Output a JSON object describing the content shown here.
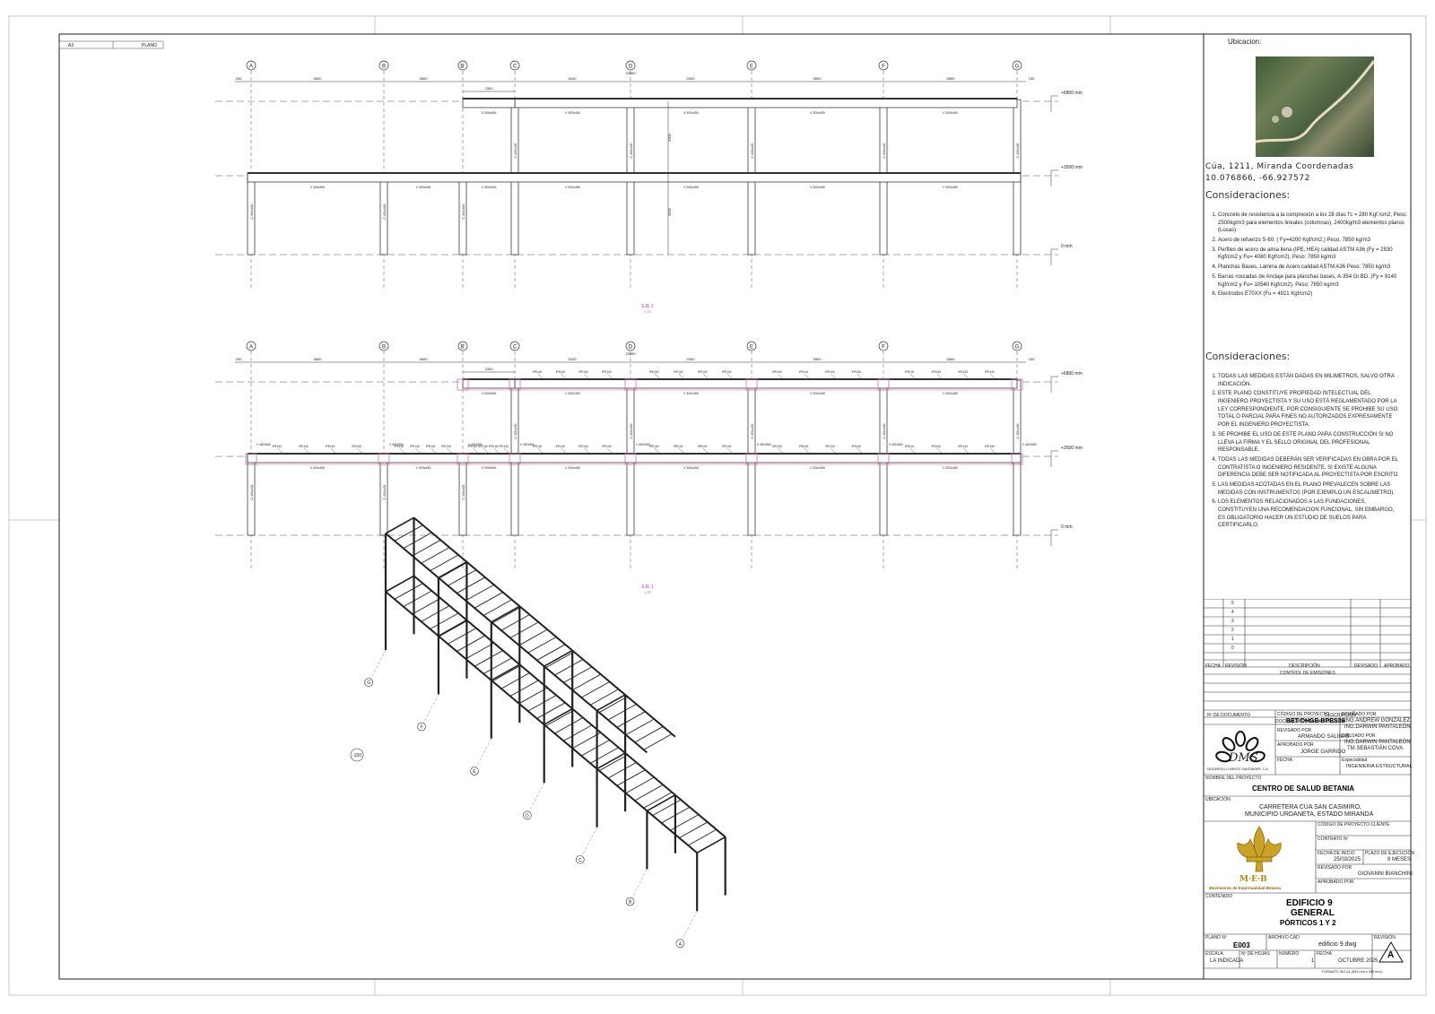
{
  "sheet": {
    "corner_left": "A3",
    "corner_right": "PLANO"
  },
  "location": {
    "label": "Ubicacion:",
    "address": "Cúa, 1211, Miranda Coordenadas",
    "coords": "10.076866, -66.927572"
  },
  "considerations_1": {
    "title": "Consideraciones:",
    "items": [
      "Concreto de resistencia a la compresión a los 28 días f'c = 280 Kgf /cm2, Peso: 2500kg/m3 para elementos lineales (columnas), 2400kg/m3 elementos planos (Losas)",
      "Acero de refuerzo S-60: ( Fy=4200 Kgf/cm2.) Peso: 7850 kg/m3",
      "Perfiles de acero de alma llena (IPE, HEA) calidad ASTM A36 (Fy = 2530 Kgf/cm2 y Fu= 4080 Kgf/cm2). Peso: 7850 kg/m3",
      "Planchas Bases, Lámina de Acero calidad ASTM A36 Peso: 7850 kg/m3",
      "Barras roscadas de Anclaje para planchas bases, A-354 Gr.BD. (Fy = 9140 Kgf/cm2 y Fu= 10540 Kgf/cm2). Peso: 7850 kg/m3",
      "Electrodos E70XX (Fu = 4921 Kgf/cm2)"
    ]
  },
  "considerations_2": {
    "title": "Consideraciones:",
    "items": [
      "TODAS LAS MEDIDAS ESTÁN DADAS EN MILIMETROS, SALVO OTRA INDICACIÓN.",
      "ESTE PLANO CONSTITUYE PROPIEDAD INTELECTUAL DEL INGENIERO PROYECTISTA Y SU USO ESTÁ REGLAMENTADO POR LA LEY CORRESPONDIENTE, POR CONSIGUIENTE SE PROHIBE SU USO TOTAL O PARCIAL PARA FINES NO AUTORIZADOS EXPRESAMENTE POR EL INGENIERO PROYECTISTA.",
      "SE PROHIBE EL USO DE ESTE PLANO PARA CONSTRUCCIÓN SI NO LLEVA LA FIRMA Y EL SELLO ORIGINAL DEL PROFESIONAL RESPONSABLE.",
      "TODAS LAS MEDIDAS DEBERÁN SER VERIFICADAS EN OBRA POR EL CONTRATISTA O INGENIERO RESIDENTE, SI EXISTE ALGUNA DIFERENCIA DEBE SER NOTIFICADA AL PROYECTISTA POR ESCRITO.",
      "LAS MEDIDAS ACOTADAS EN EL PLANO PREVALECEN SOBRE LAS MEDIDAS CON INSTRUMENTOS (POR EJEMPLO UN ESCALIMETRO).",
      "LOS ELEMENTOS RELACIONADOS A LAS FUNDACIONES, CONSTITUYEN UNA RECOMENDACION FUNCIONAL, SIN EMBARGO, ES OBLIGATORIO HACER UN ESTUDIO DE SUELOS PARA CERTIFICARLO."
    ]
  },
  "revisions": {
    "numbers": [
      "5",
      "4",
      "3",
      "2",
      "1",
      "0"
    ],
    "headers": [
      "FECHA",
      "REVISIÓN",
      "DESCRIPCIÓN",
      "REVISADO",
      "APROBADO"
    ],
    "control_title": "CONTROL DE EMISIONES"
  },
  "references": {
    "col_doc": "Nº DE DOCUMENTO",
    "col_desc": "DESCRIPCIÓN",
    "title": "DOCUMENTOS DE REFERENCIA"
  },
  "project": {
    "code_label": "CÓDIGO DE PROYECTO",
    "code": "BET-DHGE-BPES36",
    "designed_label": "DISEÑADO POR",
    "designed": "ING.ANDREW GONZÁLEZ",
    "designed2": "ING.DARWIN PANTALEÓN",
    "reviewed_label": "REVISADO POR",
    "reviewed": "ARMANDO SALINAS",
    "drawn_label": "DIBUJADO POR",
    "drawn": "ING.DARWIN PANTALEÓN",
    "drawn2": "TM.SEBASTIÁN COVA",
    "approved_label": "APROBADO POR",
    "approved": "JORGE GARRIDO",
    "date_label": "FECHA",
    "specialty_label": "Especialidad",
    "specialty": "INGENIERIA ESTRUCTURAL",
    "logo_text": "DMS",
    "logo_sub": "DESARROLLO MERCE SANTANDER, C.A.",
    "name_label": "NOMBRE DEL PROYECTO",
    "name": "CENTRO DE SALUD BETANIA",
    "location_label": "UBICACIÓN",
    "location1": "CARRETERA CÚA SAN CASIMIRO,",
    "location2": "MUNICIPIO URDANETA, ESTADO MIRANDA",
    "client_code_label": "CÓDIGO DE PROYECTO CLIENTE",
    "contract_label": "CONTRATO Nº",
    "start_label": "FECHA DE INICIO",
    "start": "25/03/2025",
    "term_label": "PLAZO DE EJECUCIÓN",
    "term": "8 MESES",
    "client_reviewed_label": "REVISADO POR",
    "client_reviewed": "GIOVANNI BIANCHINI",
    "client_approved_label": "APROBADO POR",
    "client_logo": "M·E·B",
    "client_name": "Movimiento de Espiritualidad Betania",
    "content_label": "CONTENIDO",
    "content1": "EDIFICIO 9",
    "content2": "GENERAL",
    "content3": "PÓRTICOS 1 Y 2",
    "plan_label": "PLANO Nº",
    "plan": "E003",
    "cad_label": "ARCHIVO CAD",
    "cad": "edificio 9.dwg",
    "rev_label": "REVISIÓN",
    "rev": "A",
    "scale_label": "ESCALA",
    "scale": "LA INDICADA",
    "sheets_label": "Nº DE HOJAS",
    "number_label": "NÚMERO",
    "number": "1",
    "date2_label": "FECHA",
    "date2": "OCTUBRE 2025",
    "format": "FORMATO ISO A1 (594 mm x 389 mm)"
  },
  "elevation": {
    "axes": [
      "A",
      "B",
      "B'",
      "C",
      "D",
      "E",
      "F",
      "G"
    ],
    "spans_top": [
      "250",
      "5800",
      "5800",
      "5240",
      "5300",
      "5800",
      "5850",
      "150"
    ],
    "dim_2300": "2300",
    "dim_22690": "22690",
    "levels": [
      "+6800 mm",
      "+3500 mm",
      "0 mm"
    ],
    "column": "C 400x400",
    "beam": "V 300x450",
    "beam2": "V 400X550",
    "joist": "IPE140",
    "h1": "3300",
    "h2": "3500",
    "view1": "EJE 2",
    "view2": "EJE 1",
    "scale_tag": "1:75"
  },
  "iso": {
    "axes": [
      "G",
      "F",
      "E",
      "D",
      "C",
      "B",
      "A"
    ],
    "level": "-150"
  }
}
